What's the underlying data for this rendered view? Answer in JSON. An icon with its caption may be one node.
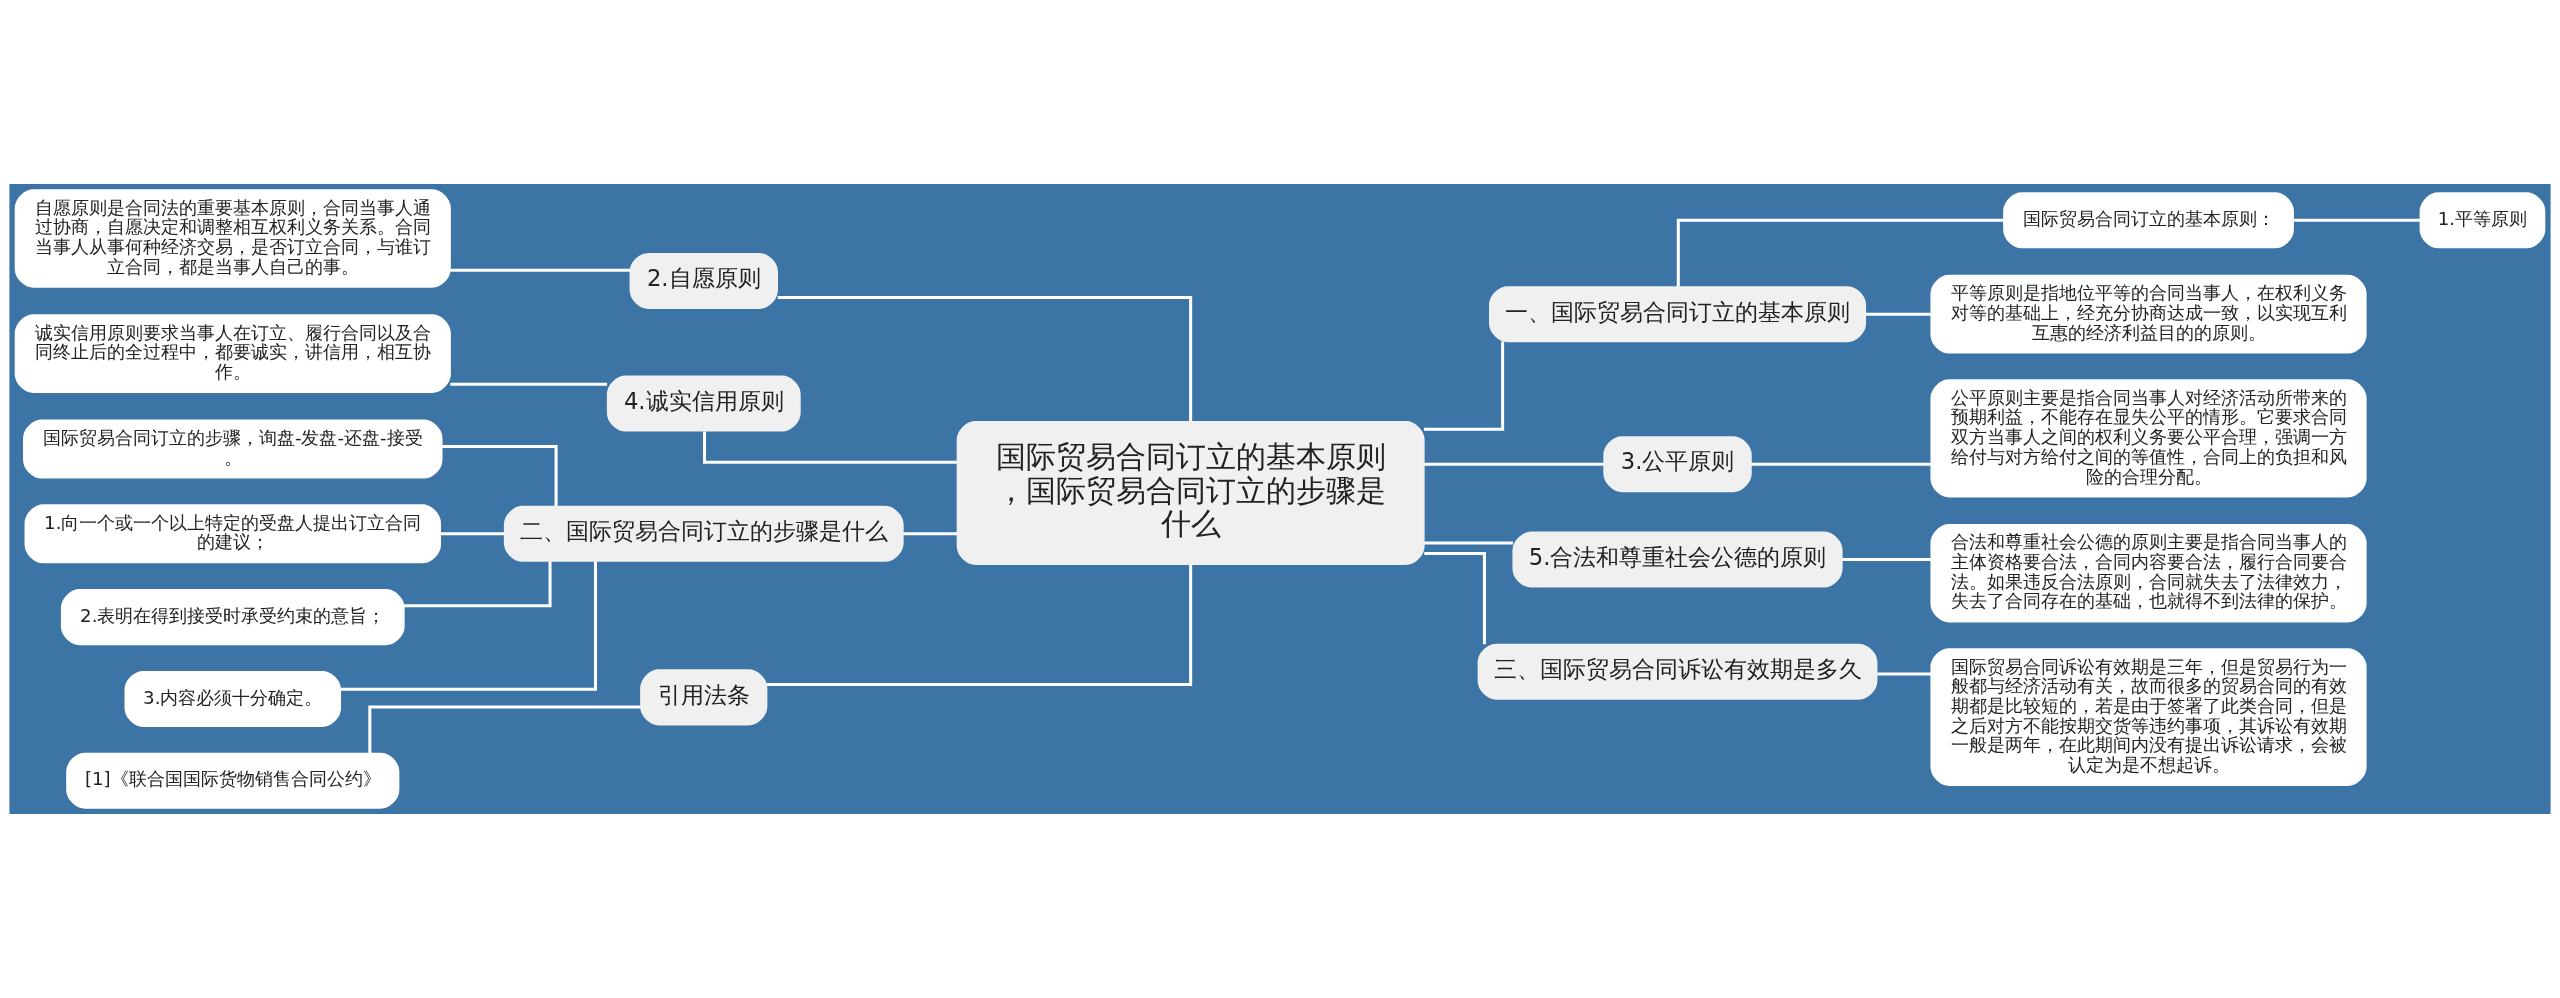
{
  "diagram": {
    "nodes": [
      {
        "text": [
          "国际贸易合同订立的基本原则，国际贸易合同订立的步骤是什么"
        ]
      },
      {
        "text": [
          "一、国际贸易合同订立的基本原则"
        ]
      },
      {
        "text": [
          "国际贸易合同订立的基本原则："
        ]
      },
      {
        "text": [
          "1.平等原则"
        ]
      },
      {
        "text": [
          "平等原则是指地位平等的合同当事人，在权利义务对等的基础上，经充分协商达成一致，以实现互利互惠的经济利益目的的原则。"
        ]
      },
      {
        "text": [
          "3.公平原则"
        ]
      },
      {
        "text": [
          "公平原则主要是指合同当事人对经济活动所带来的预期利益，不能存在显失公平的情形。它要求合同双方当事人之间的权利义务要公平合理，强调一方给付与对方给付之间的等值性，合同上的负担和风险的合理分配。"
        ]
      },
      {
        "text": [
          "5.合法和尊重社会公德的原则"
        ]
      },
      {
        "text": [
          "合法和尊重社会公德的原则主要是指合同当事人的主体资格要合法，合同内容要合法，履行合同要合法。如果违反合法原则，合同就失去了法律效力，失去了合同存在的基础，也就得不到法律的保护。"
        ]
      },
      {
        "text": [
          "三、国际贸易合同诉讼有效期是多久"
        ]
      },
      {
        "text": [
          "国际贸易合同诉讼有效期是三年，但是贸易行为一般都与经济活动有关，故而很多的贸易合同的有效期都是比较短的，若是由于签署了此类合同，但是之后对方不能按期交货等违约事项，其诉讼有效期一般是两年，在此期间内没有提出诉讼请求，会被认定为是不想起诉。"
        ]
      },
      {
        "text": [
          "2.自愿原则"
        ]
      },
      {
        "text": [
          "自愿原则是合同法的重要基本原则，合同当事人通过协商，自愿决定和调整相互权利义务关系。合同当事人从事何种经济交易，是否订立合同，与谁订立合同，都是当事人自己的事。"
        ]
      },
      {
        "text": [
          "4.诚实信用原则"
        ]
      },
      {
        "text": [
          "诚实信用原则要求当事人在订立、履行合同以及合同终止后的全过程中，都要诚实，讲信用，相互协作。"
        ]
      },
      {
        "text": [
          "二、国际贸易合同订立的步骤是什么"
        ]
      },
      {
        "text": [
          "国际贸易合同订立的步骤，询盘-发盘-还盘-接受。"
        ]
      },
      {
        "text": [
          "1.向一个或一个以上特定的受盘人提出订立合同的建议；"
        ]
      },
      {
        "text": [
          "2.表明在得到接受时承受约束的意旨；"
        ]
      },
      {
        "text": [
          "3.内容必须十分确定。"
        ]
      },
      {
        "text": [
          "引用法条"
        ]
      },
      {
        "text": [
          "[1]《联合国国际货物销售合同公约》"
        ]
      }
    ],
    "edges": [
      {
        "from": 0,
        "to": 1,
        "arrow": "none"
      },
      {
        "from": 1,
        "to": 2,
        "arrow": "none"
      },
      {
        "from": 2,
        "to": 3,
        "arrow": "none"
      },
      {
        "from": 1,
        "to": 4,
        "arrow": "none"
      },
      {
        "from": 0,
        "to": 5,
        "arrow": "none"
      },
      {
        "from": 5,
        "to": 6,
        "arrow": "none"
      },
      {
        "from": 0,
        "to": 7,
        "arrow": "none"
      },
      {
        "from": 7,
        "to": 8,
        "arrow": "none"
      },
      {
        "from": 0,
        "to": 9,
        "arrow": "none"
      },
      {
        "from": 9,
        "to": 10,
        "arrow": "none"
      },
      {
        "from": 0,
        "to": 11,
        "arrow": "none"
      },
      {
        "from": 11,
        "to": 12,
        "arrow": "none"
      },
      {
        "from": 0,
        "to": 13,
        "arrow": "none"
      },
      {
        "from": 13,
        "to": 14,
        "arrow": "none"
      },
      {
        "from": 0,
        "to": 15,
        "arrow": "none"
      },
      {
        "from": 15,
        "to": 16,
        "arrow": "none"
      },
      {
        "from": 15,
        "to": 17,
        "arrow": "none"
      },
      {
        "from": 15,
        "to": 18,
        "arrow": "none"
      },
      {
        "from": 15,
        "to": 19,
        "arrow": "none"
      },
      {
        "from": 0,
        "to": 20,
        "arrow": "none"
      },
      {
        "from": 20,
        "to": 21,
        "arrow": "none"
      }
    ]
  }
}
